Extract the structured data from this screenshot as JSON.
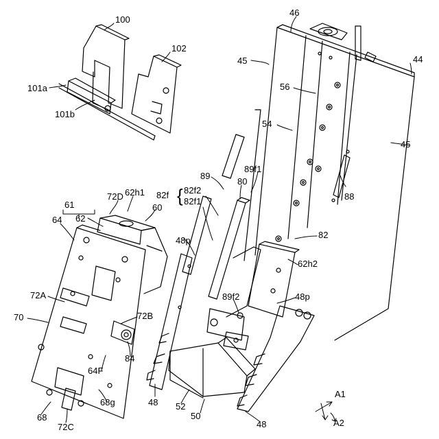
{
  "labels": {
    "n100": "100",
    "n102": "102",
    "n101a": "101a",
    "n101b": "101b",
    "n46": "46",
    "n44": "44",
    "n45a": "45",
    "n45b": "45",
    "n56": "56",
    "n54": "54",
    "n89": "89",
    "n89f1": "89f1",
    "n80": "80",
    "n82f": "82f",
    "n82f2": "82f2",
    "n82f1": "82f1",
    "n88": "88",
    "n61": "61",
    "n72D": "72D",
    "n62h1": "62h1",
    "n60": "60",
    "n64": "64",
    "n62": "62",
    "n48p_a": "48p",
    "n82": "82",
    "n62h2": "62h2",
    "n72A": "72A",
    "n89f2": "89f2",
    "n48p_b": "48p",
    "n70": "70",
    "n72B": "72B",
    "n84": "84",
    "n64F": "64F",
    "n68g": "68g",
    "n68": "68",
    "n72C": "72C",
    "n48a": "48",
    "n52": "52",
    "n50": "50",
    "n48b": "48",
    "nA1": "A1",
    "nA2": "A2"
  }
}
